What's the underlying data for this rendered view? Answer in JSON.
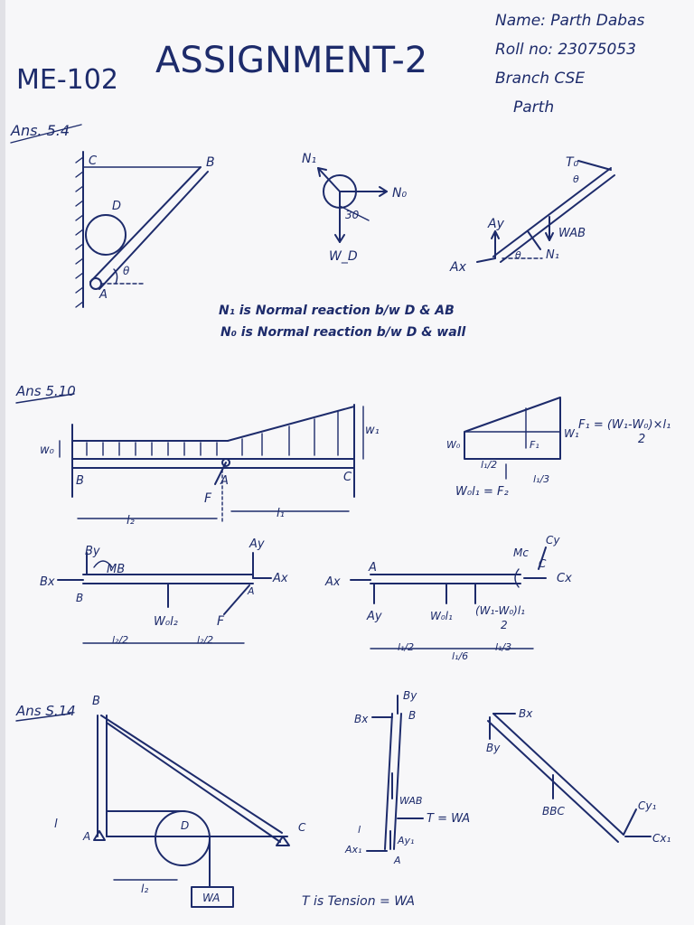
{
  "header": {
    "course": "ME-102",
    "title": "ASSIGNMENT-2",
    "name": "Name: Parth Dabas",
    "roll": "Roll no: 23075053",
    "branch": "Branch CSE",
    "signature": "Parth"
  },
  "sections": {
    "s1": {
      "heading": "Ans. 5.4",
      "fig1": {
        "C": "C",
        "B": "B",
        "D": "D",
        "A": "A",
        "theta": "θ"
      },
      "fig2": {
        "N1": "N₁",
        "N0": "N₀",
        "WD": "W_D",
        "angle": "30"
      },
      "fig3": {
        "Ty": "T₀",
        "theta": "θ",
        "Ay": "Ay",
        "WAB": "WAB",
        "N1": "N₁",
        "Ax": "Ax",
        "theta2": "θ"
      },
      "note1": "N₁ is Normal reaction b/w D & AB",
      "note2": "N₀ is Normal reaction b/w D & wall"
    },
    "s2": {
      "heading": "Ans 5.10",
      "beam": {
        "w0": "w₀",
        "w1": "w₁",
        "B": "B",
        "A": "A",
        "C": "C",
        "F": "F",
        "l2": "l₂",
        "l1": "l₁"
      },
      "tri": {
        "F1eq": "F₁ = (W₁-W₀)×l₁",
        "den": "2",
        "W0": "W₀",
        "W1": "W₁",
        "F1": "F₁",
        "l1half": "l₁/2",
        "l1third": "l₁/3",
        "F2eq": "W₀l₁ = F₂"
      },
      "fbdLeft": {
        "By": "By",
        "MB": "MB",
        "Bx": "Bx",
        "B": "B",
        "Ay": "Ay",
        "Ax": "Ax",
        "A": "A",
        "W0l2": "W₀l₂",
        "F": "F",
        "l2half1": "l₂/2",
        "l2half2": "l₂/2"
      },
      "fbdRight": {
        "A": "A",
        "Ax": "Ax",
        "Ay": "Ay",
        "W0l1": "W₀l₁",
        "Wterm": "(W₁-W₀)l₁",
        "den": "2",
        "Mc": "Mc",
        "Cy": "Cy",
        "C": "C",
        "Cx": "Cx",
        "l1half": "l₁/2",
        "l1sixth": "l₁/6",
        "l1third": "l₁/3"
      }
    },
    "s3": {
      "heading": "Ans S.14",
      "frame": {
        "B": "B",
        "A": "A",
        "D": "D",
        "C": "C",
        "l": "l",
        "l2": "l₂",
        "WA": "WA"
      },
      "member1": {
        "By": "By",
        "Bx": "Bx",
        "B": "B",
        "WAB": "WAB",
        "T": "T = WA",
        "Ay1": "Ay₁",
        "Ax1": "Ax₁",
        "A": "A",
        "l": "l"
      },
      "member2": {
        "Bx": "Bx",
        "By": "By",
        "BBC": "BBC",
        "Cy1": "Cy₁",
        "Cx1": "Cx₁"
      },
      "note": "T is Tension = WA"
    }
  }
}
